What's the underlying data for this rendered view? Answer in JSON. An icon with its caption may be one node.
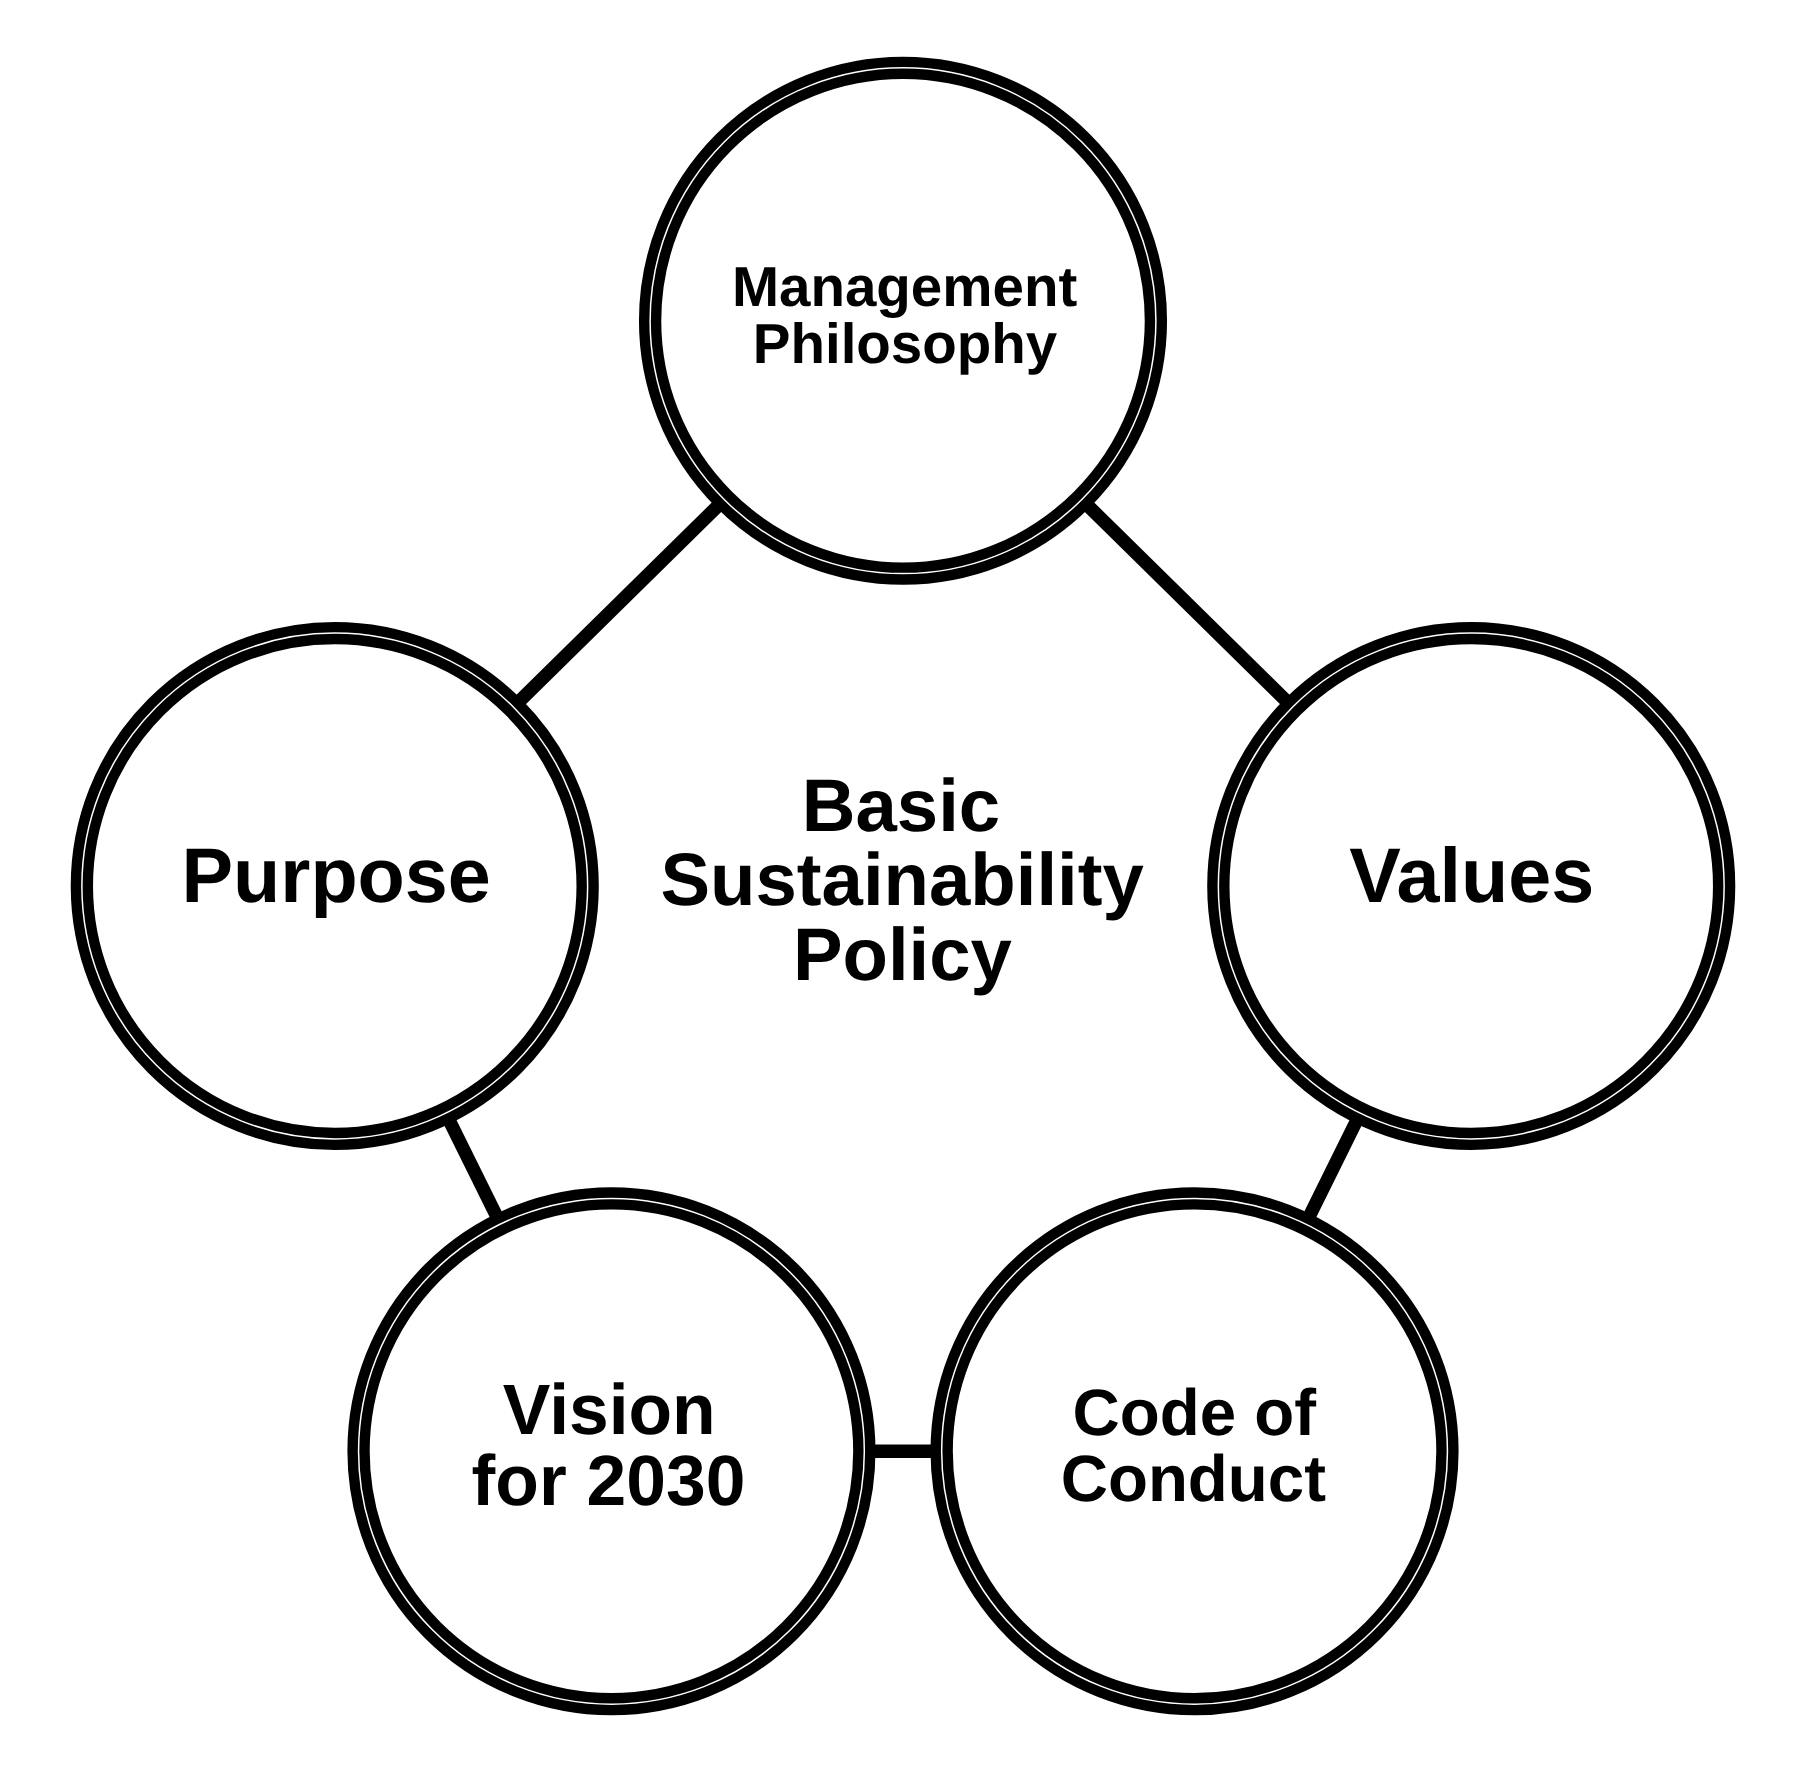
{
  "diagram": {
    "nodes": [
      {
        "text": [
          "Management Philosophy"
        ]
      },
      {
        "text": [
          "Purpose"
        ]
      },
      {
        "text": [
          "Values"
        ]
      },
      {
        "text": [
          "Vision for 2030"
        ]
      },
      {
        "text": [
          "Code of Conduct"
        ]
      }
    ],
    "edges": [
      {
        "from": 1,
        "to": 0,
        "arrow": "none"
      },
      {
        "from": 0,
        "to": 2,
        "arrow": "none"
      },
      {
        "from": 1,
        "to": 3,
        "arrow": "none"
      },
      {
        "from": 2,
        "to": 4,
        "arrow": "none"
      },
      {
        "from": 3,
        "to": 4,
        "arrow": "none"
      }
    ],
    "labels": [
      "Basic Sustainability Policy"
    ]
  }
}
